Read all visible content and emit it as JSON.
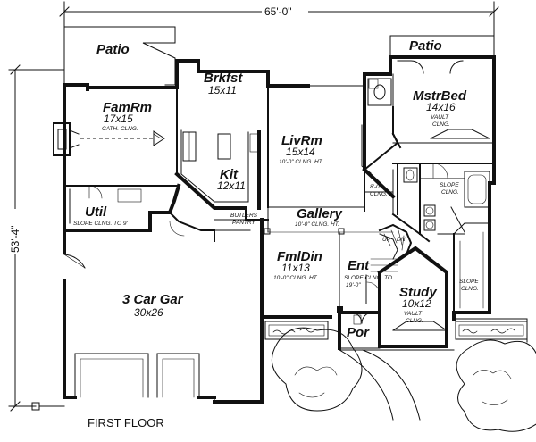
{
  "dimensions": {
    "width": "65'-0\"",
    "depth": "53'-4\""
  },
  "caption": "FIRST FLOOR",
  "rooms": {
    "patio_left": {
      "name": "Patio"
    },
    "patio_right": {
      "name": "Patio"
    },
    "famrm": {
      "name": "FamRm",
      "size": "17x15",
      "note": "CATH. CLNG."
    },
    "brkfst": {
      "name": "Brkfst",
      "size": "15x11"
    },
    "mstrbed": {
      "name": "MstrBed",
      "size": "14x16",
      "note1": "VAULT",
      "note2": "CLNG."
    },
    "livrm": {
      "name": "LivRm",
      "size": "15x14",
      "note": "10'-0\" CLNG. HT."
    },
    "kit": {
      "name": "Kit",
      "size": "12x11"
    },
    "util": {
      "name": "Util",
      "note": "SLOPE CLNG. TO 9'"
    },
    "butlers": {
      "line1": "BUTLERS",
      "line2": "PANTRY"
    },
    "gallery": {
      "name": "Gallery",
      "note": "10'-0\" CLNG. HT."
    },
    "fmldin": {
      "name": "FmlDin",
      "size": "11x13",
      "note": "10'-0\" CLNG. HT."
    },
    "ent": {
      "name": "Ent",
      "note1": "SLOPE CLNG. TO",
      "note2": "19'-0\""
    },
    "study": {
      "name": "Study",
      "size": "10x12",
      "note1": "VAULT",
      "note2": "CLNG."
    },
    "gar": {
      "name": "3 Car Gar",
      "size": "30x26"
    },
    "por": {
      "name": "Por"
    },
    "hall_clng": {
      "line1": "8'-0\"",
      "line2": "CLNG."
    },
    "bath_slope": {
      "line1": "SLOPE",
      "line2": "CLNG."
    },
    "wic_slope": {
      "line1": "SLOPE",
      "line2": "CLNG."
    },
    "stair": {
      "up": "UP",
      "dn": "DN"
    }
  }
}
